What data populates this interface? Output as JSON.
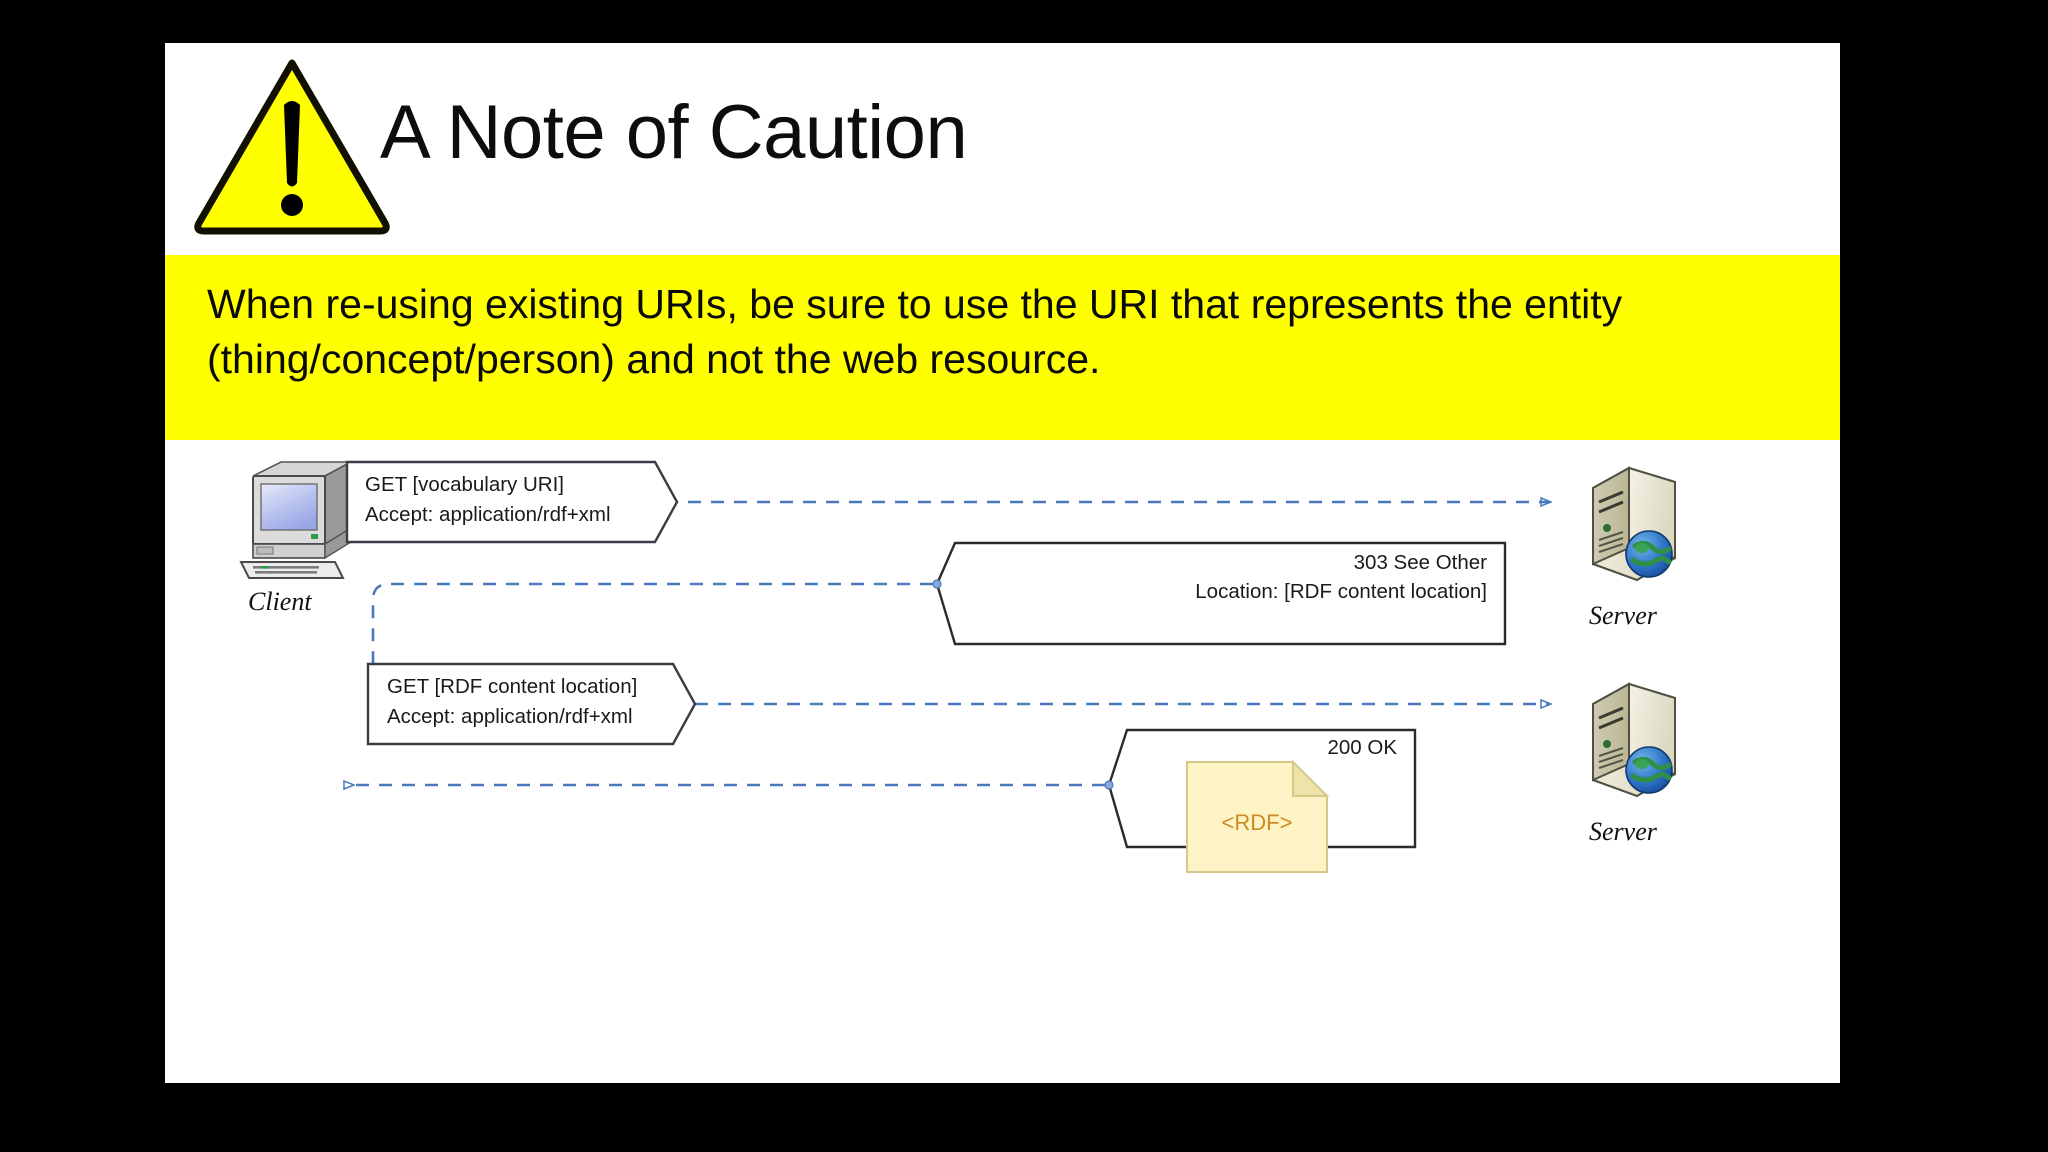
{
  "slide": {
    "title": "A Note of Caution",
    "warning_icon": "warning-triangle-exclamation-icon",
    "banner_text": "When re-using existing URIs, be sure to use the URI that represents the entity (thing/concept/person) and not the web resource.",
    "banner_color": "#ffff00",
    "background_color": "#000000",
    "slide_color": "#ffffff"
  },
  "diagram": {
    "type": "http-sequence-diagram",
    "accent_color": "#4a79bd",
    "nodes": [
      {
        "id": "client",
        "label": "Client",
        "icon": "desktop-computer-icon"
      },
      {
        "id": "server1",
        "label": "Server",
        "icon": "server-globe-icon"
      },
      {
        "id": "server2",
        "label": "Server",
        "icon": "server-globe-icon"
      }
    ],
    "messages": [
      {
        "id": "request-1",
        "kind": "request",
        "line1": "GET [vocabulary URI]",
        "line2": "Accept: application/rdf+xml"
      },
      {
        "id": "response-1",
        "kind": "response",
        "line1": "303 See Other",
        "line2": "Location: [RDF content location]"
      },
      {
        "id": "request-2",
        "kind": "request",
        "line1": "GET [RDF content location]",
        "line2": "Accept: application/rdf+xml"
      },
      {
        "id": "response-2",
        "kind": "response",
        "line1": "200 OK",
        "line2": "",
        "payload": "<RDF>",
        "payload_icon": "rdf-document-icon"
      }
    ]
  }
}
